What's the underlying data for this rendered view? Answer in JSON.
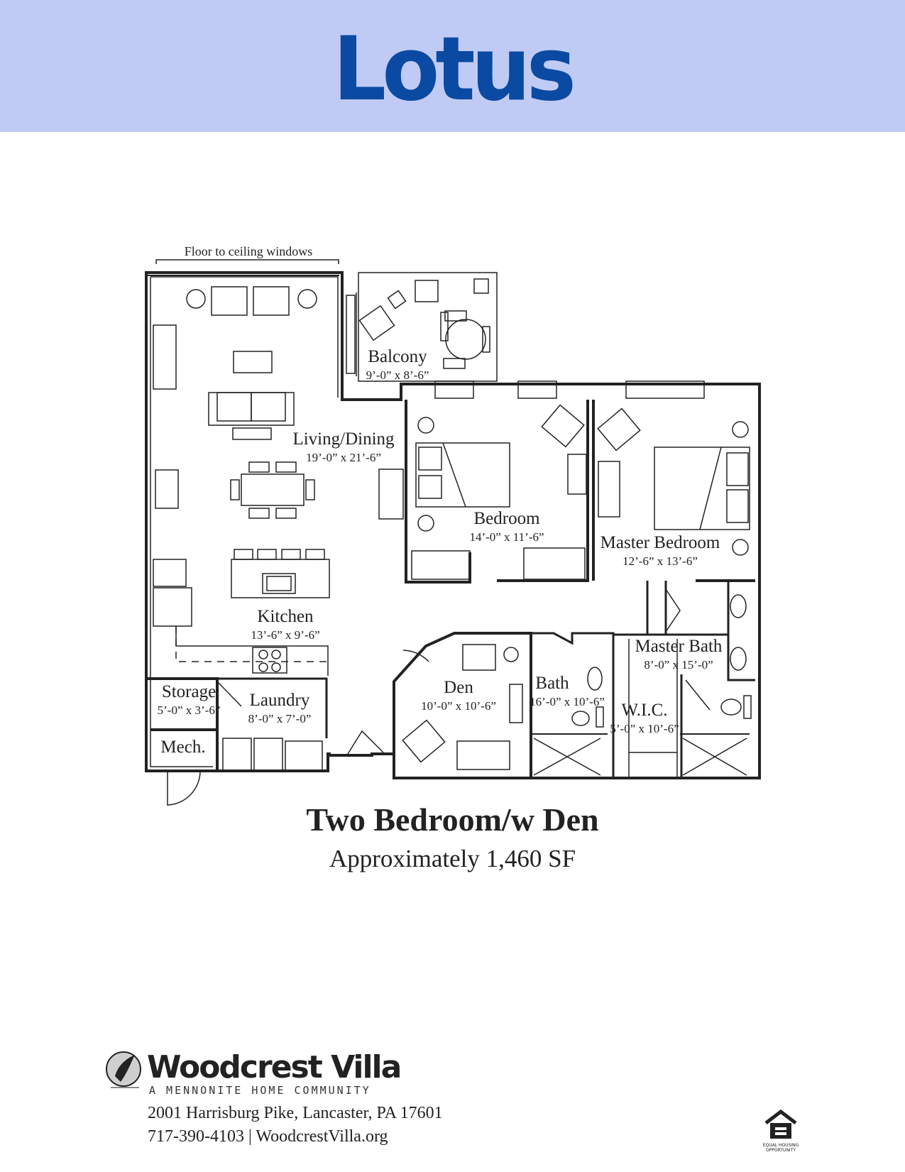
{
  "header": {
    "title": "Lotus",
    "background": "#c0cbf5",
    "title_color": "#0b4aa2"
  },
  "plan": {
    "note": "Floor to ceiling windows",
    "rooms": [
      {
        "name": "Balcony",
        "dims": "9’-0” x 8’-6”"
      },
      {
        "name": "Living/Dining",
        "dims": "19’-0” x 21’-6”"
      },
      {
        "name": "Bedroom",
        "dims": "14’-0” x 11’-6”"
      },
      {
        "name": "Master Bedroom",
        "dims": "12’-6” x 13’-6”"
      },
      {
        "name": "Kitchen",
        "dims": "13’-6” x 9’-6”"
      },
      {
        "name": "Master Bath",
        "dims": "8’-0” x 15’-0”"
      },
      {
        "name": "Storage",
        "dims": "5’-0” x 3’-6”"
      },
      {
        "name": "Laundry",
        "dims": "8’-0” x 7’-0”"
      },
      {
        "name": "Den",
        "dims": "10’-0” x 10’-6”"
      },
      {
        "name": "Bath",
        "dims": "16’-0” x 10’-6”"
      },
      {
        "name": "W.I.C.",
        "dims": "5’-0” x 10’-6”"
      },
      {
        "name": "Mech.",
        "dims": ""
      }
    ]
  },
  "unit": {
    "type": "Two Bedroom/w Den",
    "size": "Approximately 1,460 SF"
  },
  "footer": {
    "brand": "Woodcrest Villa",
    "tagline": "A MENNONITE HOME COMMUNITY",
    "address": "2001 Harrisburg Pike, Lancaster, PA 17601",
    "contact": "717-390-4103 | WoodcrestVilla.org",
    "eho_text": "EQUAL HOUSING OPPORTUNITY"
  }
}
